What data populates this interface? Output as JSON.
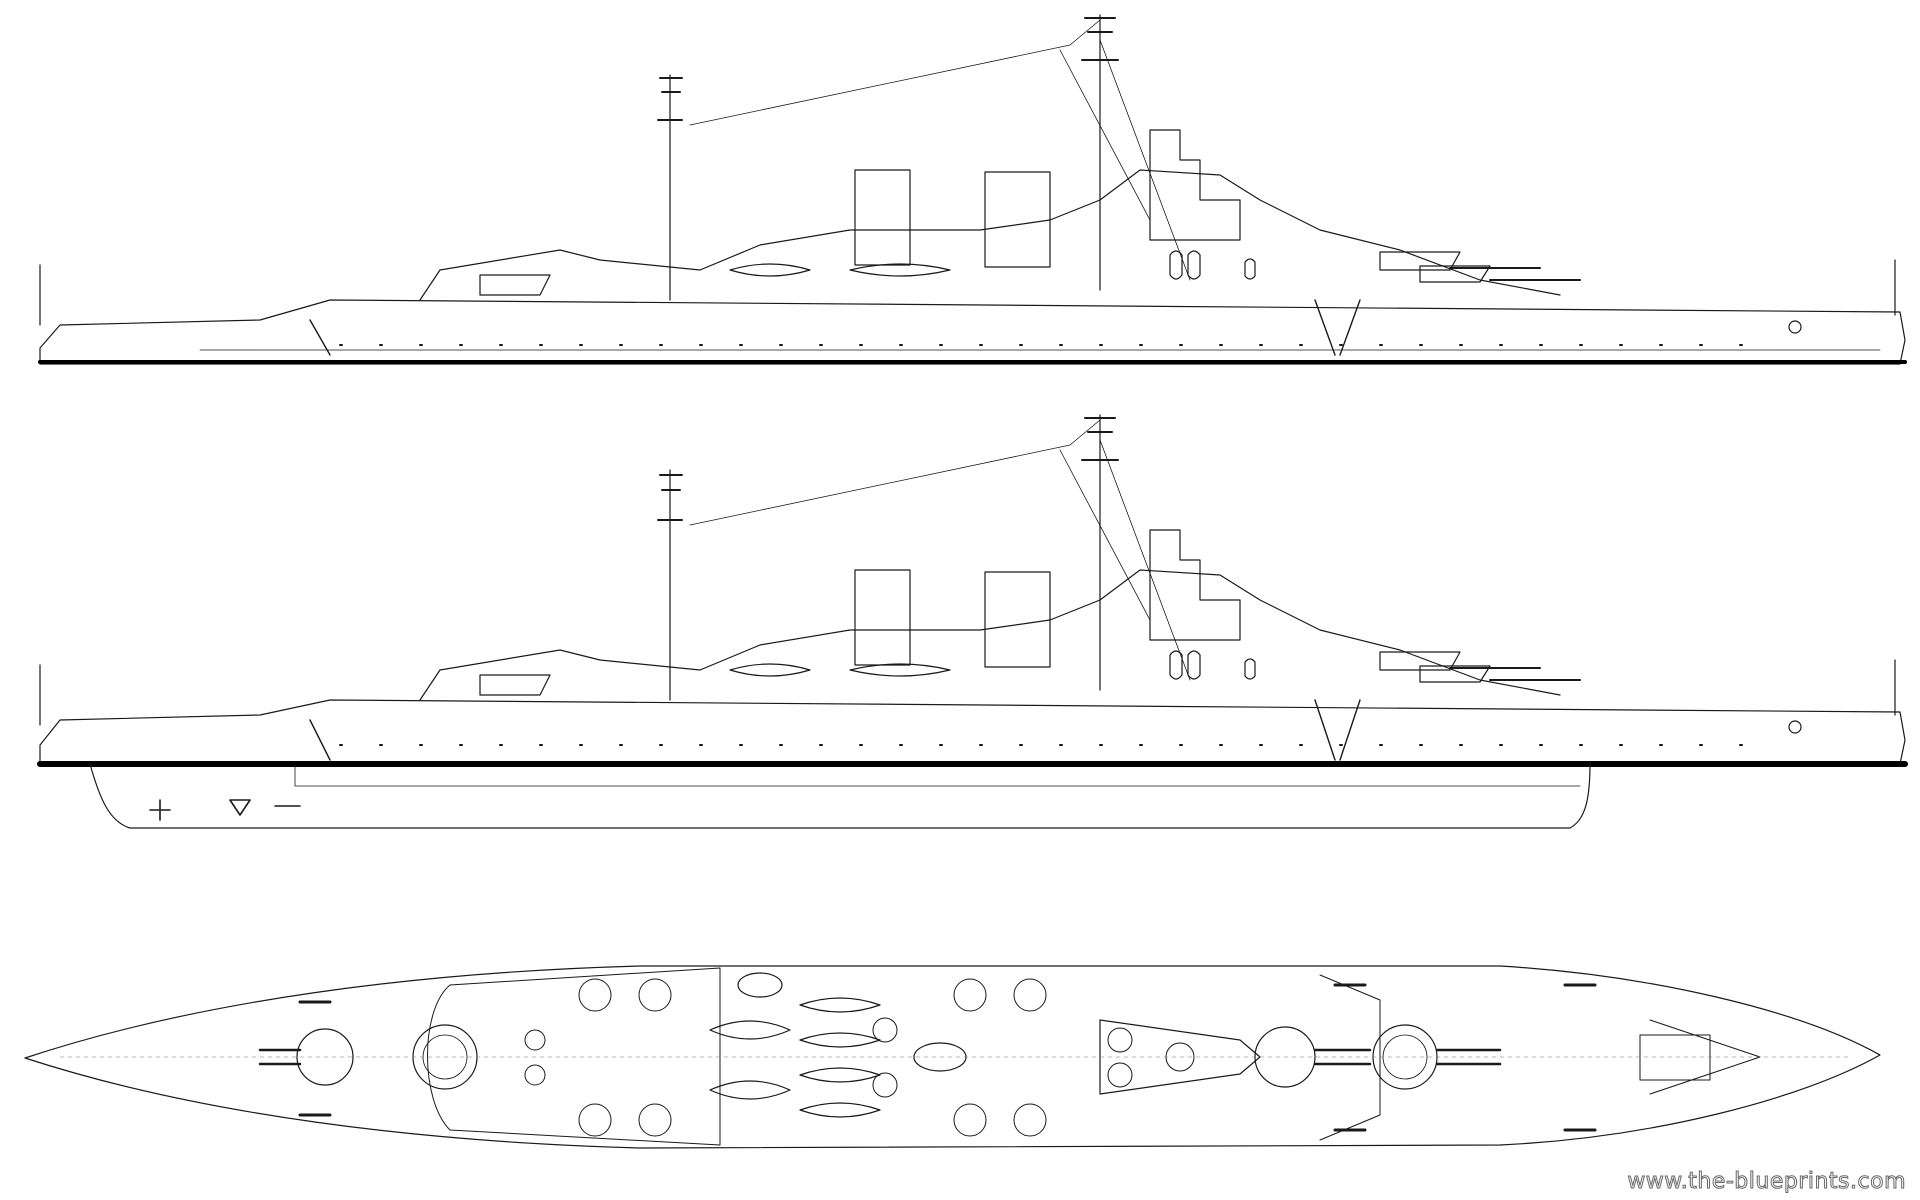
{
  "image": {
    "kind": "ship blueprint",
    "colors": {
      "ink": "#1a1a1a",
      "paper": "#ffffff",
      "hull_band": "#000000",
      "faint": "#777777"
    }
  },
  "views": [
    {
      "id": "profile-upper"
    },
    {
      "id": "profile-lower-with-hull"
    },
    {
      "id": "plan-top"
    }
  ],
  "watermark": {
    "text": "www.the-blueprints.com"
  }
}
